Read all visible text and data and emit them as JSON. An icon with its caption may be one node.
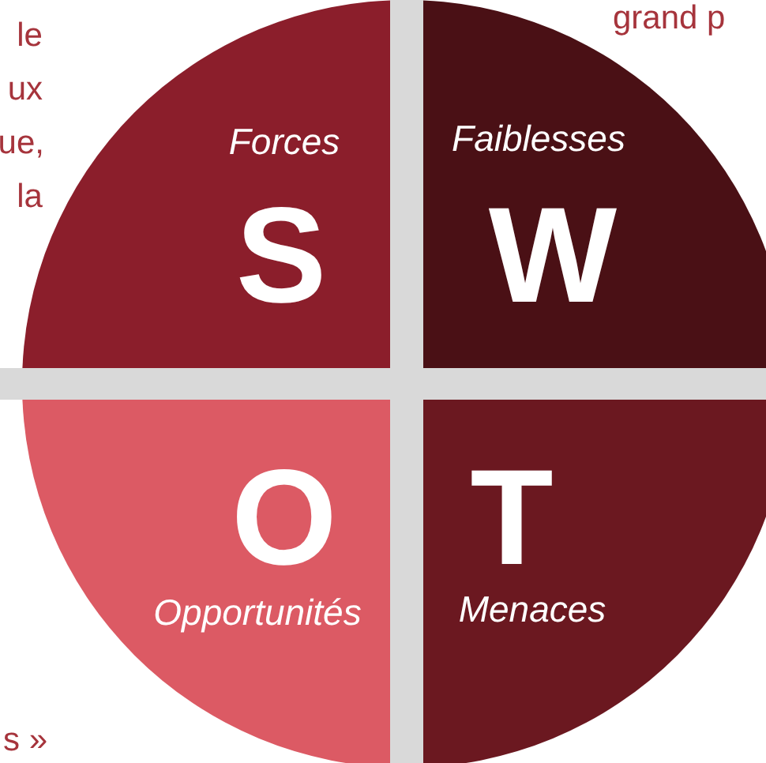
{
  "diagram": {
    "nodes": [
      {
        "text": [
          "Forces",
          "S"
        ]
      },
      {
        "text": [
          "Faiblesses",
          "W"
        ]
      },
      {
        "text": [
          "O",
          "Opportunités"
        ]
      },
      {
        "text": [
          "T",
          "Menaces"
        ]
      }
    ],
    "labels": [
      "grand p",
      "le",
      "ux",
      "ue,",
      "la",
      "s »"
    ]
  }
}
